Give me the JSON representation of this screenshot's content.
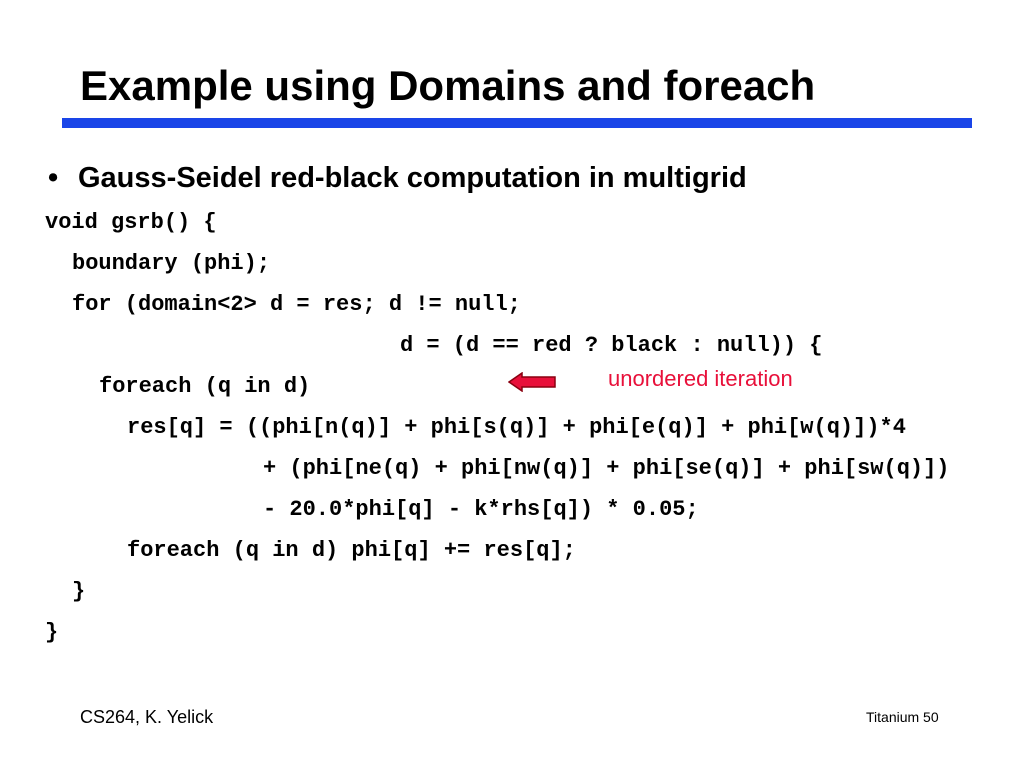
{
  "slide": {
    "title": "Example using Domains and foreach",
    "bullet": {
      "marker": "•",
      "text": "Gauss-Seidel red-black computation in multigrid"
    },
    "code_lines": [
      "void gsrb() {",
      "boundary (phi);",
      "for (domain<2> d = res; d != null;",
      "d = (d == red ? black : null)) {",
      "foreach (q in d)",
      "res[q] = ((phi[n(q)] + phi[s(q)] + phi[e(q)] + phi[w(q)])*4",
      "+ (phi[ne(q) + phi[nw(q)] + phi[se(q)] + phi[sw(q)])",
      "- 20.0*phi[q] - k*rhs[q]) * 0.05;",
      "foreach (q in d) phi[q] += res[q];",
      "}",
      "}"
    ],
    "annotation": "unordered iteration",
    "footer_left": "CS264, K. Yelick",
    "footer_right": "Titanium 50"
  },
  "colors": {
    "title_rule": "#1a45e8",
    "annotation_text": "#e8103a",
    "arrow_fill": "#e8103a",
    "arrow_outline": "#8a0010"
  }
}
